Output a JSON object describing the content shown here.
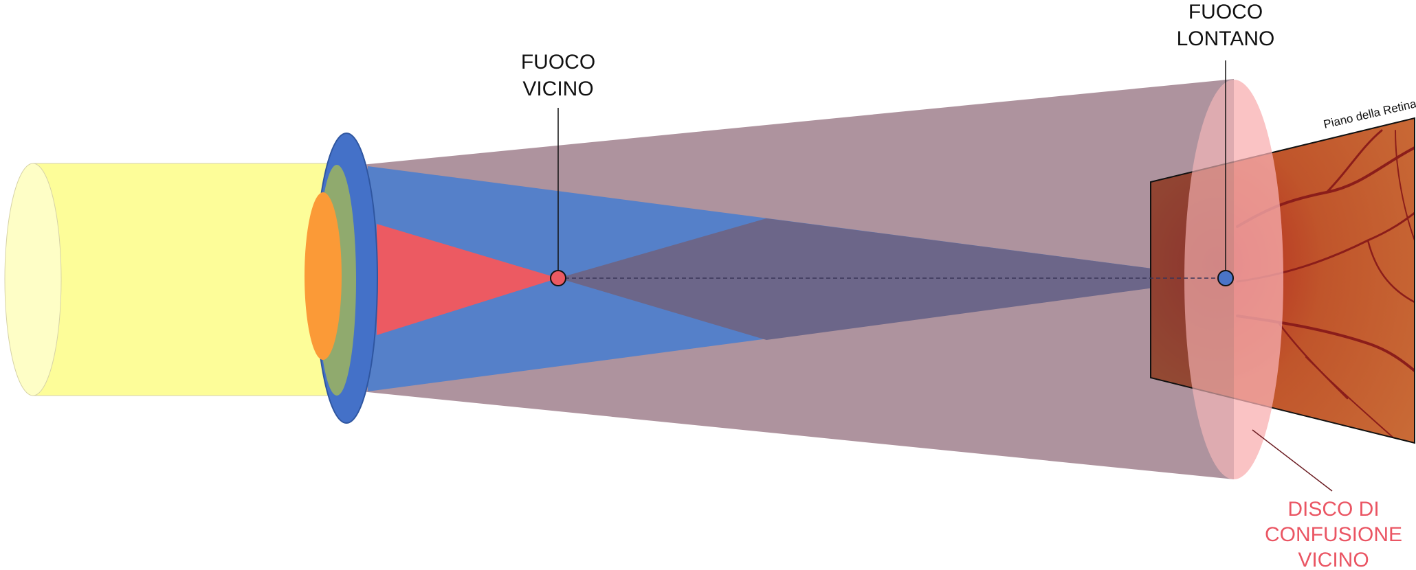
{
  "labels": {
    "near_focus_line1": "FUOCO",
    "near_focus_line2": "VICINO",
    "far_focus_line1": "FUOCO",
    "far_focus_line2": "LONTANO",
    "retina_plane": "Piano della Retina",
    "confusion_line1": "DISCO DI",
    "confusion_line2": "CONFUSIONE",
    "confusion_line3": "VICINO"
  },
  "colors": {
    "cylinder_fill": "#fdfd99",
    "cylinder_cap": "#fefec6",
    "lens_blue": "#4471c8",
    "lens_green": "#90aa6e",
    "lens_orange": "#fb9a37",
    "beam_blue": "#5580c9",
    "beam_red": "#ec5a62",
    "cone_far": "#9c7b89",
    "confusion_disc": "#fcb9bb",
    "near_dot": "#ec5a62",
    "far_dot": "#4a74c8",
    "confusion_label": "#ea5563",
    "retina_base": "#b8522e",
    "vessel": "#8b1d1a"
  }
}
